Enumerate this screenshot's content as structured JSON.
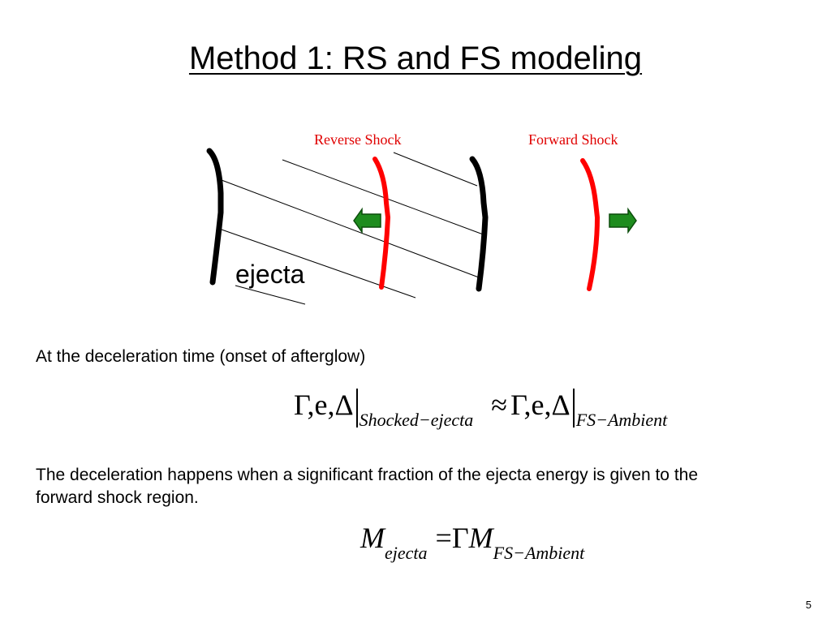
{
  "slide": {
    "title": "Method 1: RS and FS modeling",
    "page_number": "5"
  },
  "diagram": {
    "reverse_shock_label": "Reverse Shock",
    "forward_shock_label": "Forward Shock",
    "ejecta_label": "ejecta",
    "colors": {
      "shock": "#ff0000",
      "arrow_fill": "#1e8c1e",
      "arrow_stroke": "#0b4d0b",
      "boundary": "#000000"
    }
  },
  "body": {
    "line1": "At the deceleration time (onset of afterglow)",
    "line2a": "The deceleration happens when a significant fraction of the ejecta energy is given to the",
    "line2b": "forward shock region."
  },
  "equation1": {
    "lhs": "Γ,e,Δ",
    "lhs_sub": "Shocked−ejecta",
    "op": "≈",
    "rhs": "Γ,e,Δ",
    "rhs_sub": "FS−Ambient"
  },
  "equation2": {
    "lhs": "M",
    "lhs_sub": "ejecta",
    "eq": "=",
    "rhs_gamma": "Γ",
    "rhs_m": "M",
    "rhs_sub": "FS−Ambient"
  }
}
